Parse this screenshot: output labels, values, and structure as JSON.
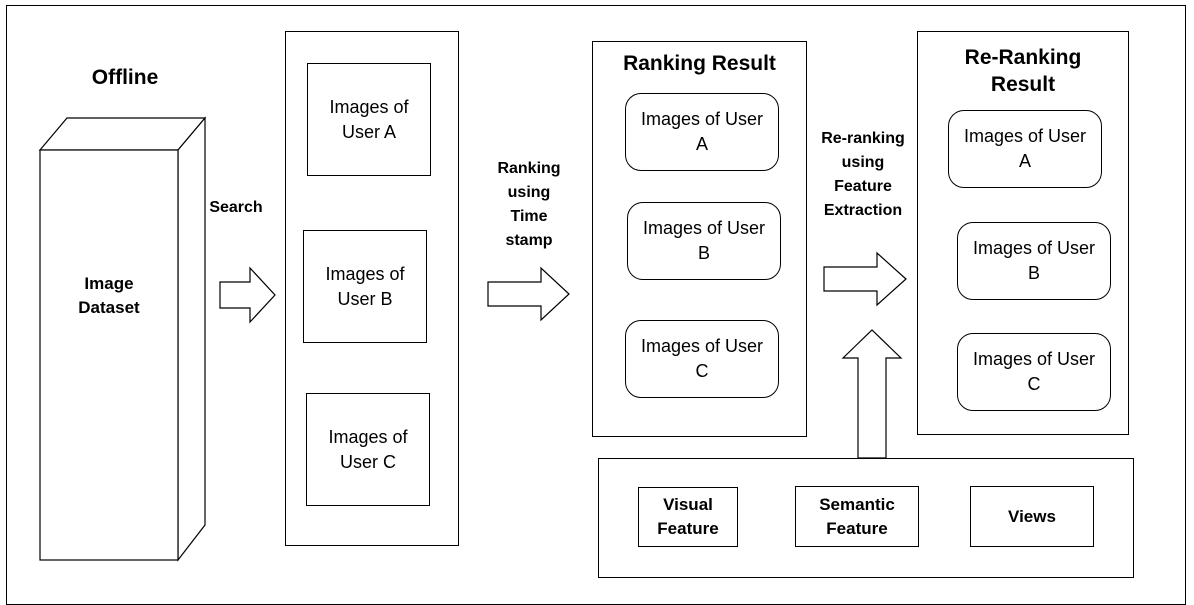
{
  "offline_label": "Offline",
  "dataset_label": "Image\nDataset",
  "search_label": "Search",
  "search_results": [
    {
      "label": "Images of\nUser A"
    },
    {
      "label": "Images of\nUser B"
    },
    {
      "label": "Images of\nUser C"
    }
  ],
  "ranking_label": "Ranking\nusing\nTime\nstamp",
  "ranking_title": "Ranking Result",
  "ranking_results": [
    {
      "label": "Images of User\nA"
    },
    {
      "label": "Images of User\nB"
    },
    {
      "label": "Images of User\nC"
    }
  ],
  "reranking_label": "Re-ranking\nusing\nFeature\nExtraction",
  "reranking_title": "Re-Ranking\nResult",
  "reranking_results": [
    {
      "label": "Images of User\nA"
    },
    {
      "label": "Images of User\nB"
    },
    {
      "label": "Images of User\nC"
    }
  ],
  "features": [
    {
      "label": "Visual\nFeature"
    },
    {
      "label": "Semantic\nFeature"
    },
    {
      "label": "Views"
    }
  ]
}
